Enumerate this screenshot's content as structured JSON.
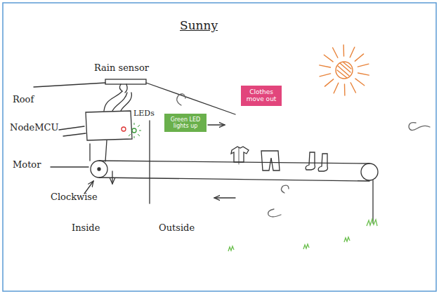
{
  "diagram": {
    "title": "Sunny",
    "nodes": [
      {
        "text": [
          "Green LED lights up"
        ]
      },
      {
        "text": [
          "Clothes move out"
        ]
      }
    ],
    "labels": [
      "Rain sensor",
      "Roof",
      "NodeMCU",
      "LEDs",
      "Motor",
      "Clockwise",
      "Inside",
      "Outside"
    ]
  }
}
